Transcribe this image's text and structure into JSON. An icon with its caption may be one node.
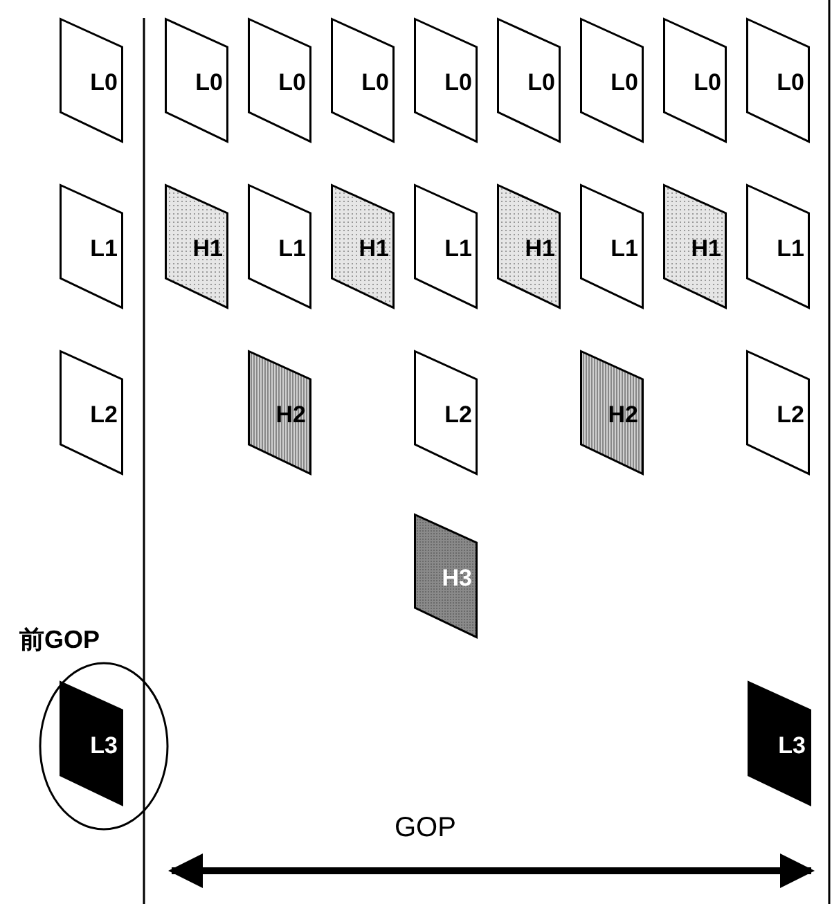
{
  "diagram": {
    "nodes": [
      {
        "text": [
          "L0"
        ]
      },
      {
        "text": [
          "L0"
        ]
      },
      {
        "text": [
          "L0"
        ]
      },
      {
        "text": [
          "L0"
        ]
      },
      {
        "text": [
          "L0"
        ]
      },
      {
        "text": [
          "L0"
        ]
      },
      {
        "text": [
          "L0"
        ]
      },
      {
        "text": [
          "L0"
        ]
      },
      {
        "text": [
          "L0"
        ]
      },
      {
        "text": [
          "L1"
        ]
      },
      {
        "text": [
          "H1"
        ]
      },
      {
        "text": [
          "L1"
        ]
      },
      {
        "text": [
          "H1"
        ]
      },
      {
        "text": [
          "L1"
        ]
      },
      {
        "text": [
          "H1"
        ]
      },
      {
        "text": [
          "L1"
        ]
      },
      {
        "text": [
          "H1"
        ]
      },
      {
        "text": [
          "L1"
        ]
      },
      {
        "text": [
          "L2"
        ]
      },
      {
        "text": [
          "H2"
        ]
      },
      {
        "text": [
          "L2"
        ]
      },
      {
        "text": [
          "H2"
        ]
      },
      {
        "text": [
          "L2"
        ]
      },
      {
        "text": [
          "H3"
        ]
      },
      {
        "text": [
          "前GOP"
        ]
      },
      {
        "text": [
          "L3"
        ],
        "in": 24
      },
      {
        "text": [
          "L3"
        ]
      }
    ],
    "labels": [
      "GOP"
    ]
  }
}
